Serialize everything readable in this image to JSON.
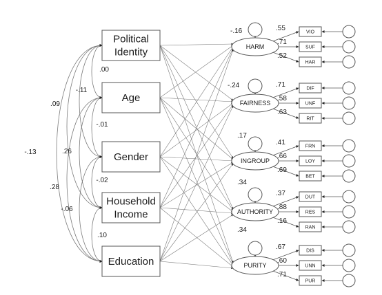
{
  "predictors": [
    {
      "lines": [
        "Political",
        "Identity"
      ]
    },
    {
      "lines": [
        "Age"
      ]
    },
    {
      "lines": [
        "Gender"
      ]
    },
    {
      "lines": [
        "Household",
        "Income"
      ]
    },
    {
      "lines": [
        "Education"
      ]
    }
  ],
  "correlations": [
    {
      "from": 0,
      "to": 1,
      "value": ".00"
    },
    {
      "from": 1,
      "to": 2,
      "value": "-.01"
    },
    {
      "from": 2,
      "to": 3,
      "value": "-.02"
    },
    {
      "from": 3,
      "to": 4,
      "value": ".10"
    },
    {
      "from": 0,
      "to": 2,
      "value": "-.11"
    },
    {
      "from": 1,
      "to": 3,
      "value": ".26"
    },
    {
      "from": 2,
      "to": 4,
      "value": "-.06"
    },
    {
      "from": 0,
      "to": 3,
      "value": ".09"
    },
    {
      "from": 1,
      "to": 4,
      "value": ".28"
    },
    {
      "from": 0,
      "to": 4,
      "value": "-.13"
    }
  ],
  "factors": [
    {
      "name": "HARM",
      "r2": "-.16",
      "indicators": [
        {
          "name": "VIO",
          "loading": ".55"
        },
        {
          "name": "SUF",
          "loading": ".71"
        },
        {
          "name": "HAR",
          "loading": ".52"
        }
      ]
    },
    {
      "name": "FAIRNESS",
      "r2": "-.24",
      "indicators": [
        {
          "name": "DIF",
          "loading": ".71"
        },
        {
          "name": "UNF",
          "loading": ".58"
        },
        {
          "name": "RIT",
          "loading": ".63"
        }
      ]
    },
    {
      "name": "INGROUP",
      "r2": ".17",
      "indicators": [
        {
          "name": "FRN",
          "loading": ".41"
        },
        {
          "name": "LOY",
          "loading": ".66"
        },
        {
          "name": "BET",
          "loading": ".69"
        }
      ]
    },
    {
      "name": "AUTHORITY",
      "r2": ".34",
      "indicators": [
        {
          "name": "DUT",
          "loading": ".37"
        },
        {
          "name": "RES",
          "loading": ".88"
        },
        {
          "name": "RAN",
          "loading": ".16"
        }
      ]
    },
    {
      "name": "PURITY",
      "r2": ".34",
      "indicators": [
        {
          "name": "DIS",
          "loading": ".67"
        },
        {
          "name": "UNN",
          "loading": ".60"
        },
        {
          "name": "PUR",
          "loading": ".71"
        }
      ]
    }
  ]
}
